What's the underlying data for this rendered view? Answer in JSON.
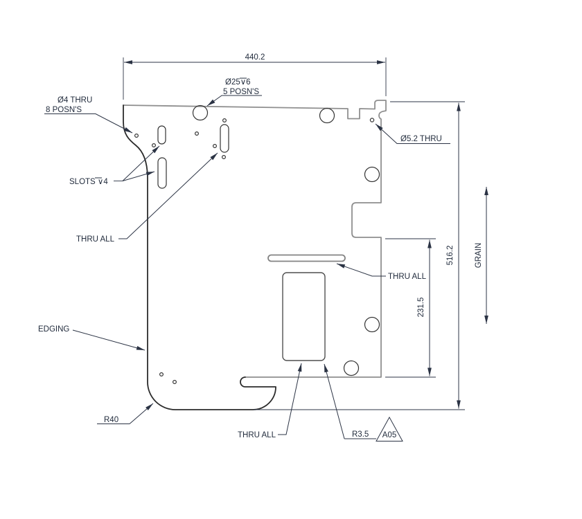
{
  "drawing": {
    "dimensions": {
      "overall_width": "440.2",
      "overall_height": "516.2",
      "inner_height": "231.5"
    },
    "notes": {
      "hole4_line1": "Ø4 THRU",
      "hole4_line2": "8 POSN'S",
      "cbore_line1": "Ø25∨6",
      "cbore_line2": "5 POSN'S",
      "hole52": "Ø5.2 THRU",
      "slots": "SLOTS ∨4",
      "thru_all_left": "THRU ALL",
      "thru_all_right": "THRU ALL",
      "thru_all_bottom": "THRU ALL",
      "edging": "EDGING",
      "radius40": "R40",
      "radius35": "R3.5",
      "grain": "GRAIN",
      "revision_flag": "A05"
    },
    "colors": {
      "outline_dark": "#2b2b2b",
      "outline_gray": "#8f8f8f",
      "dimension_lines": "#2b3344",
      "text": "#222c3d",
      "background": "#ffffff"
    }
  }
}
